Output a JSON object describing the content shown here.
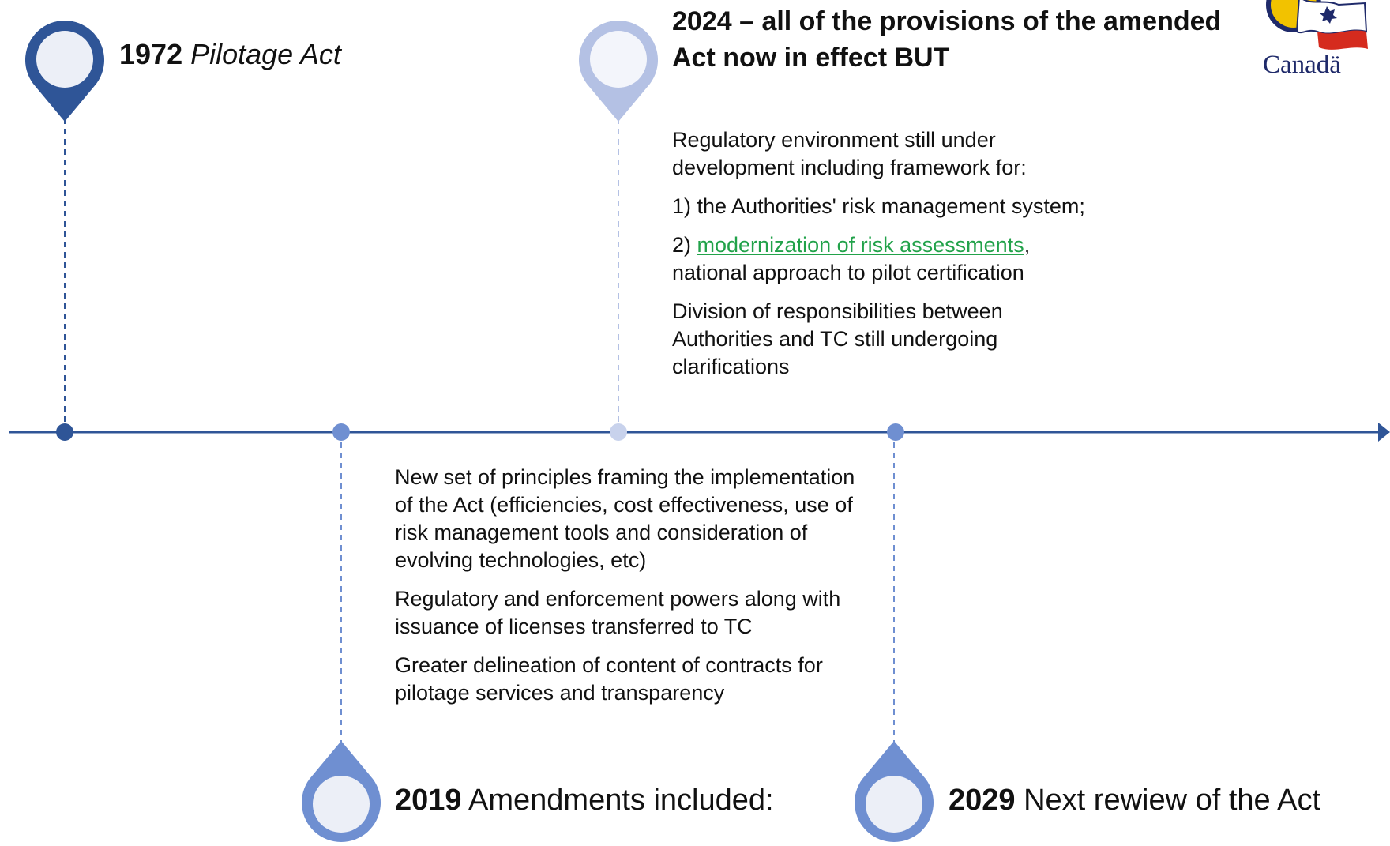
{
  "milestone_1972": {
    "year": "1972",
    "title": "Pilotage Act"
  },
  "milestone_2024": {
    "title": "2024 – all of the provisions of the amended Act now in effect BUT",
    "intro": "Regulatory environment still under development including framework for:",
    "item1": "1) the Authorities' risk management system;",
    "item2_prefix": "2) ",
    "item2_link": "modernization of risk assessments",
    "item2_rest": ", national approach to pilot certification",
    "division": "Division of responsibilities between Authorities and TC still undergoing clarifications"
  },
  "milestone_2019": {
    "year": "2019",
    "title": "Amendments included:",
    "points": [
      "New set of principles framing the implementation of the Act (efficiencies, cost effectiveness, use of risk management tools and consideration of evolving technologies, etc)",
      "Regulatory and enforcement powers along with issuance of licenses transferred to TC",
      "Greater delineation of content of contracts for pilotage services and transparency"
    ]
  },
  "milestone_2029": {
    "year": "2029",
    "title": "Next rewiew of the Act"
  },
  "logo": {
    "wordmark": "Canadä"
  },
  "colors": {
    "axis": "#2f5597",
    "pin_1972": "#2f5597",
    "pin_2019": "#6f8fd1",
    "pin_2024": "#b4c1e4",
    "pin_2029": "#6f8fd1",
    "pin_inner": "#eceff7",
    "link": "#22a24a"
  },
  "icons": {
    "pin": "map-pin-icon",
    "arrow": "arrow-right-icon",
    "logo": "canada-flag-logo"
  }
}
